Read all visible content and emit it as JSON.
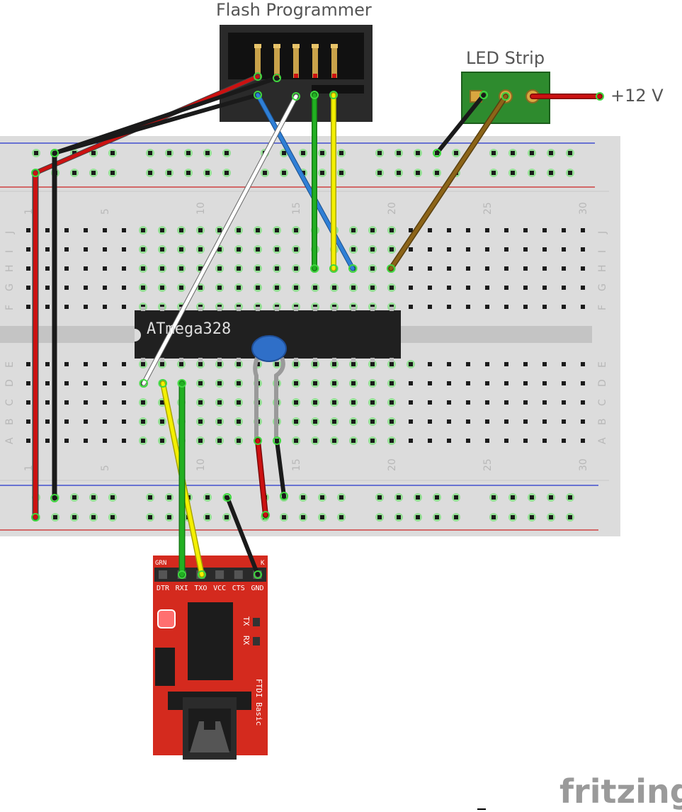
{
  "labels": {
    "flash_programmer": "Flash Programmer",
    "led_strip": "LED Strip",
    "power": "+12 V",
    "chip": "ATmega328",
    "logo": "fritzing"
  },
  "breadboard": {
    "column_numbers_top": [
      "1",
      "5",
      "10",
      "15",
      "20",
      "25",
      "30"
    ],
    "column_numbers_bottom": [
      "1",
      "5",
      "10",
      "15",
      "20",
      "25",
      "30"
    ],
    "rows_top": [
      "J",
      "I",
      "H",
      "G",
      "F"
    ],
    "rows_bottom": [
      "E",
      "D",
      "C",
      "B",
      "A"
    ]
  },
  "ftdi": {
    "header_left": "GRN",
    "header_right": "K",
    "pins": [
      "DTR",
      "RXI",
      "TXO",
      "VCC",
      "CTS",
      "GND"
    ],
    "led_labels": [
      "TX",
      "RX"
    ],
    "board_name": "FTDI Basic"
  },
  "colors": {
    "wire_red": "#cc1111",
    "wire_black": "#1a1a1a",
    "wire_blue": "#2f7fd6",
    "wire_green": "#22b022",
    "wire_yellow": "#f4f000",
    "wire_brown": "#8c6418",
    "wire_white": "#ffffff",
    "ftdi_board": "#d42a1e",
    "led_board": "#2e8b2e"
  }
}
